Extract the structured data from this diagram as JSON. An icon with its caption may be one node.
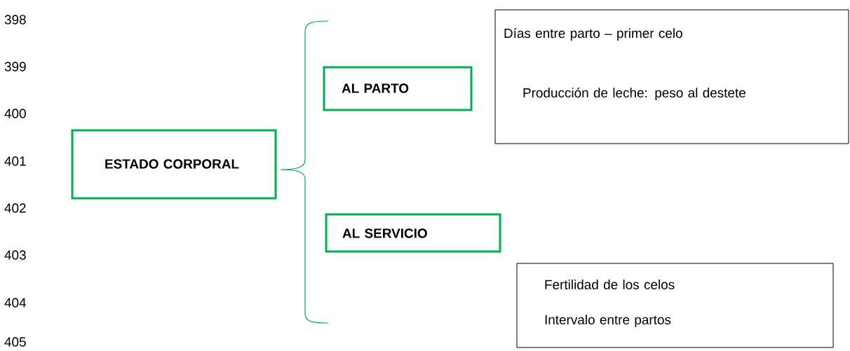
{
  "diagram": {
    "nodes": [
      {
        "text": [
          "ESTADO CORPORAL"
        ]
      },
      {
        "text": [
          "AL  PARTO"
        ]
      },
      {
        "text": [
          "AL  SERVICIO"
        ]
      },
      {
        "text": [
          "Días entre parto – primer celo",
          "Producción de leche: peso al destete"
        ]
      },
      {
        "text": [
          "Fertilidad de los celos",
          "Intervalo entre partos"
        ]
      }
    ],
    "labels": [
      "398",
      "399",
      "400",
      "401",
      "402",
      "403",
      "404",
      "405"
    ]
  }
}
